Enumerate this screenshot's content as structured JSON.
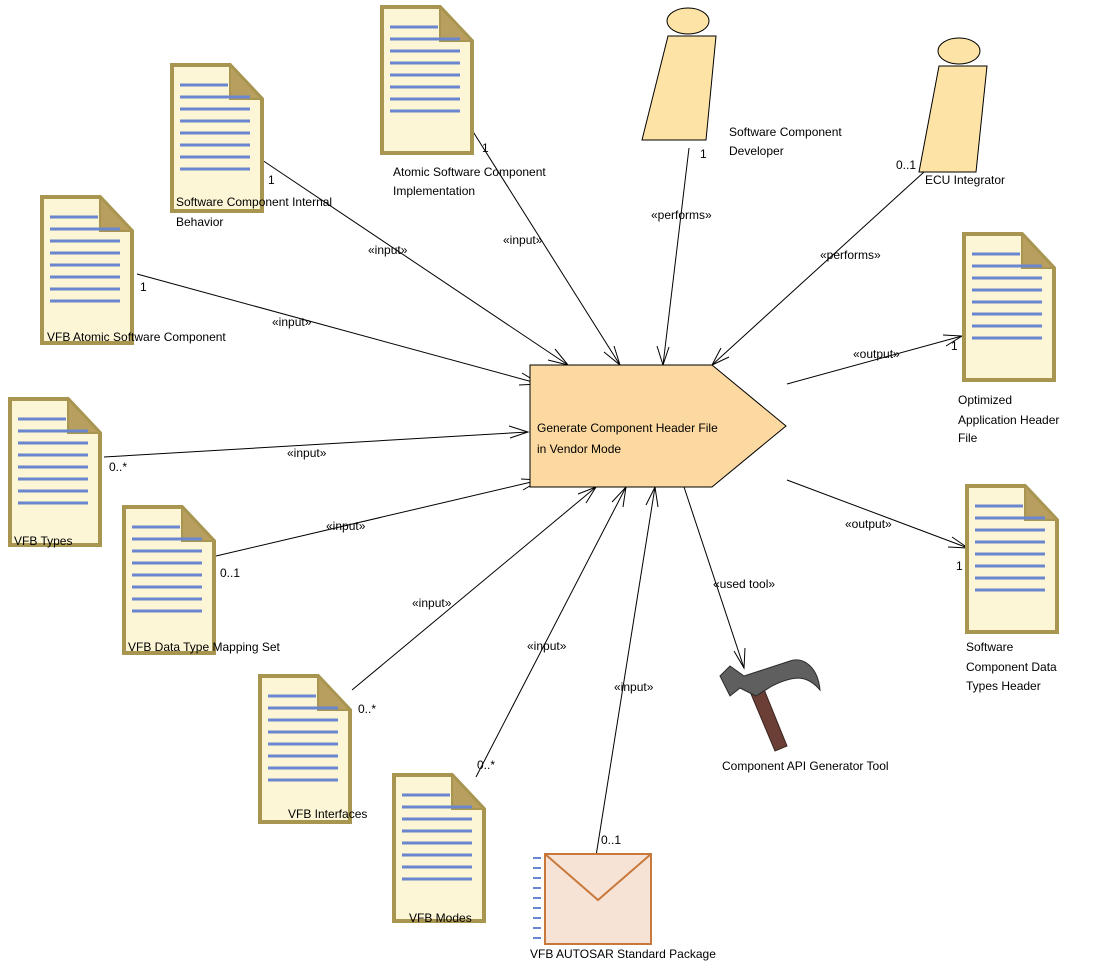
{
  "task": {
    "label_line1": "Generate Component Header File",
    "label_line2": "in Vendor Mode"
  },
  "artifacts": {
    "internal_behavior": {
      "line1": "Software Component Internal",
      "line2": "Behavior"
    },
    "atomic_impl": {
      "line1": "Atomic Software Component",
      "line2": "Implementation"
    },
    "vfb_atomic": {
      "line1": "VFB Atomic Software Component"
    },
    "vfb_types": {
      "line1": "VFB Types"
    },
    "vfb_dtms": {
      "line1": "VFB Data Type Mapping Set"
    },
    "vfb_interfaces": {
      "line1": "VFB Interfaces"
    },
    "vfb_modes": {
      "line1": "VFB Modes"
    },
    "autosar_pkg": {
      "line1": "VFB AUTOSAR Standard Package"
    },
    "opt_header": {
      "line1": "Optimized",
      "line2": "Application Header",
      "line3": "File"
    },
    "dt_header": {
      "line1": "Software",
      "line2": "Component Data",
      "line3": "Types Header"
    }
  },
  "roles": {
    "swc_developer": {
      "line1": "Software Component",
      "line2": "Developer"
    },
    "ecu_integrator": {
      "line1": "ECU Integrator"
    }
  },
  "tools": {
    "api_gen": {
      "line1": "Component API Generator Tool"
    }
  },
  "edges": {
    "internal_behavior": {
      "stereotype": "«input»",
      "mult": "1"
    },
    "atomic_impl": {
      "stereotype": "«input»",
      "mult": "1"
    },
    "vfb_atomic": {
      "stereotype": "«input»",
      "mult": "1"
    },
    "vfb_types": {
      "stereotype": "«input»",
      "mult": "0..*"
    },
    "vfb_dtms": {
      "stereotype": "«input»",
      "mult": "0..1"
    },
    "vfb_interfaces": {
      "stereotype": "«input»",
      "mult": "0..*"
    },
    "vfb_modes": {
      "stereotype": "«input»",
      "mult": "0..*"
    },
    "autosar_pkg": {
      "stereotype": "«input»",
      "mult": "0..1"
    },
    "swc_developer": {
      "stereotype": "«performs»",
      "mult": "1"
    },
    "ecu_integrator": {
      "stereotype": "«performs»",
      "mult": "0..1"
    },
    "opt_header": {
      "stereotype": "«output»",
      "mult": "1"
    },
    "dt_header": {
      "stereotype": "«output»",
      "mult": "1"
    },
    "api_gen": {
      "stereotype": "«used tool»"
    }
  },
  "colors": {
    "task_fill": "#fcd9a0",
    "task_stroke": "#000000",
    "doc_fill": "#fdf6d6",
    "doc_border": "#a89550",
    "doc_lines": "#6a86cf",
    "role_fill": "#fde3a6",
    "package_fill": "#f7e3d6",
    "package_stroke": "#c8783a",
    "hammer_head": "#5f5f5f",
    "hammer_handle": "#6b3f36"
  }
}
